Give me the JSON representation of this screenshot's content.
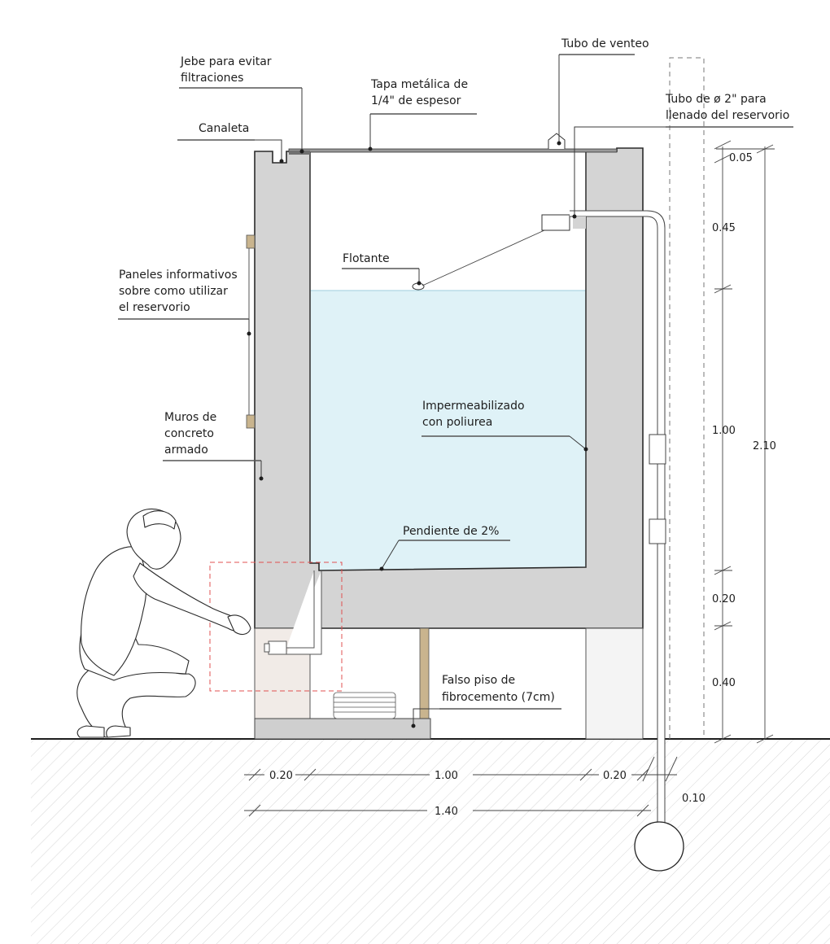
{
  "labels": {
    "jebe": [
      "Jebe para evitar",
      "filtraciones"
    ],
    "tapa": [
      "Tapa metálica  de",
      "1/4\" de espesor"
    ],
    "tubo_venteo": "Tubo de venteo",
    "tubo_llenado": [
      "Tubo de ø 2\" para",
      "llenado del reservorio"
    ],
    "canaleta": "Canaleta",
    "flotante": "Flotante",
    "paneles": [
      "Paneles informativos",
      "sobre como utilizar",
      "el reservorio"
    ],
    "impermeabilizado": [
      "Impermeabilizado",
      "con poliurea"
    ],
    "muros": [
      "Muros de",
      "concreto",
      "armado"
    ],
    "pendiente": "Pendiente de 2%",
    "falso_piso": [
      "Falso piso de",
      "fibrocemento (7cm)"
    ]
  },
  "dimensions": {
    "vertical": [
      "0.05",
      "0.45",
      "1.00",
      "0.20",
      "0.40"
    ],
    "vertical_total": "2.10",
    "horizontal": [
      "0.20",
      "1.00",
      "0.20"
    ],
    "horizontal_total": "1.40",
    "pipe_offset": "0.10"
  },
  "colors": {
    "concrete": "#d4d4d4",
    "water": "#dff2f7",
    "soil_hatch": "#c8c8c8",
    "wood": "#c9b48e",
    "detail_box": "#e05050"
  }
}
